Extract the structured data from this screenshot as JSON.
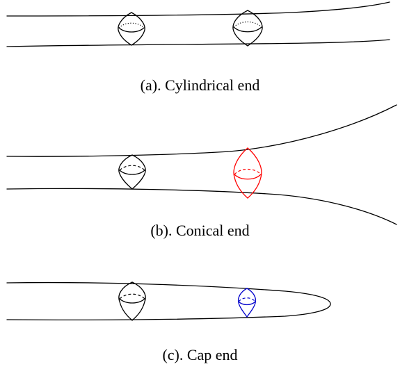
{
  "panels": [
    {
      "id": "a",
      "caption": "(a). Cylindrical end",
      "cross_sections": [
        {
          "color": "#000000",
          "back_style": "dotted"
        },
        {
          "color": "#000000",
          "back_style": "dotted"
        }
      ]
    },
    {
      "id": "b",
      "caption": "(b). Conical end",
      "cross_sections": [
        {
          "color": "#000000",
          "back_style": "dashed"
        },
        {
          "color": "#ff0000",
          "back_style": "dashed"
        }
      ]
    },
    {
      "id": "c",
      "caption": "(c). Cap end",
      "cross_sections": [
        {
          "color": "#000000",
          "back_style": "dashed"
        },
        {
          "color": "#0000cc",
          "back_style": "dashed"
        }
      ]
    }
  ],
  "colors": {
    "outline": "#000000",
    "background": "#ffffff"
  }
}
